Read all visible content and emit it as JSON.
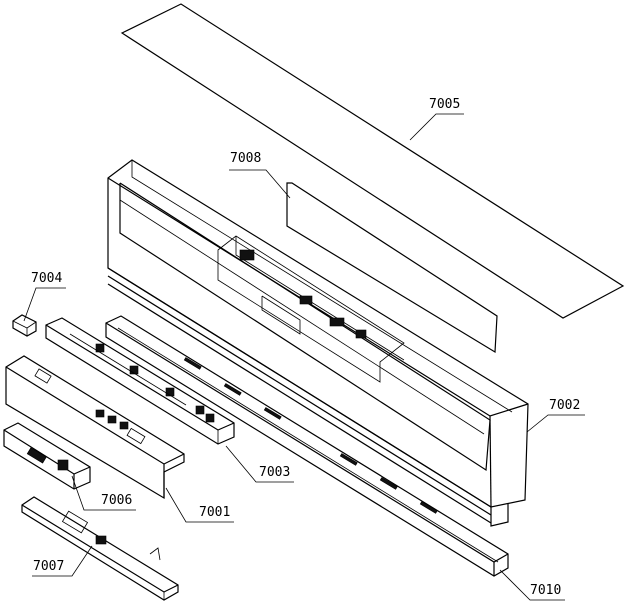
{
  "parts": [
    {
      "id": "p7005",
      "label": "7005"
    },
    {
      "id": "p7008",
      "label": "7008"
    },
    {
      "id": "p7004",
      "label": "7004"
    },
    {
      "id": "p7002",
      "label": "7002"
    },
    {
      "id": "p7003",
      "label": "7003"
    },
    {
      "id": "p7006",
      "label": "7006"
    },
    {
      "id": "p7001",
      "label": "7001"
    },
    {
      "id": "p7007",
      "label": "7007"
    },
    {
      "id": "p7010",
      "label": "7010"
    }
  ]
}
